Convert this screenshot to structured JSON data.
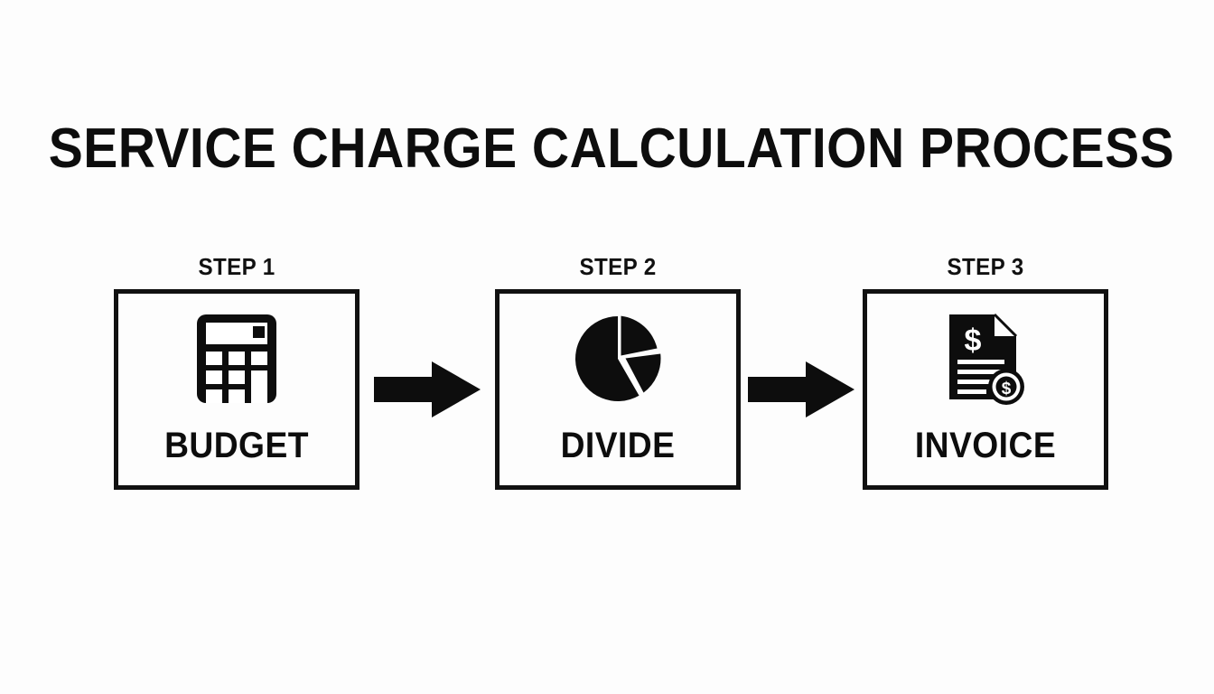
{
  "page": {
    "title": "SERVICE CHARGE CALCULATION PROCESS",
    "background_color": "#fdfdfd",
    "ink_color": "#111111"
  },
  "diagram": {
    "type": "process-flow",
    "orientation": "horizontal",
    "step_count": 3,
    "connector": "block-arrow",
    "steps": [
      {
        "caption": "STEP 1",
        "label": "BUDGET",
        "icon": "calculator-icon"
      },
      {
        "caption": "STEP 2",
        "label": "DIVIDE",
        "icon": "pie-chart-icon"
      },
      {
        "caption": "STEP 3",
        "label": "INVOICE",
        "icon": "invoice-document-icon"
      }
    ],
    "arrows": [
      {
        "name": "arrow-step1-to-step2"
      },
      {
        "name": "arrow-step2-to-step3"
      }
    ]
  }
}
